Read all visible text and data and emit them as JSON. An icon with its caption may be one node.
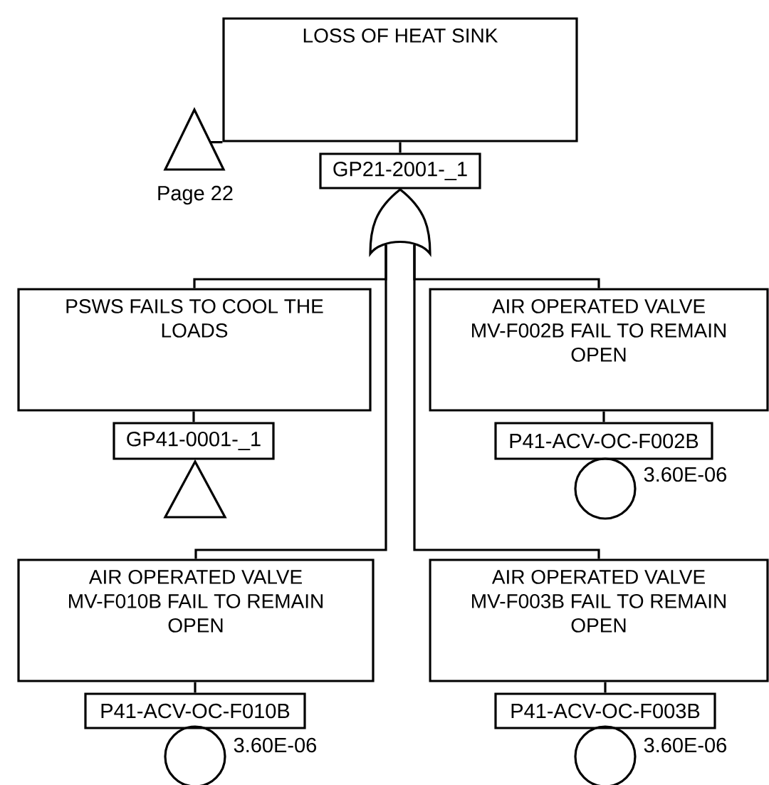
{
  "diagram": {
    "nodes": [
      {
        "text": [
          "LOSS OF HEAT SINK"
        ]
      },
      {
        "text": [
          "GP21-2001-_1"
        ]
      },
      {
        "text": [],
        "shape": "triangle",
        "beside": [
          "Page 22"
        ]
      },
      {
        "text": [],
        "shape": "gate"
      },
      {
        "text": [
          "PSWS FAILS TO COOL THE LOADS"
        ]
      },
      {
        "text": [
          "GP41-0001-_1"
        ]
      },
      {
        "text": [],
        "shape": "triangle"
      },
      {
        "text": [
          "AIR OPERATED VALVE MV-F002B FAIL TO REMAIN OPEN"
        ]
      },
      {
        "text": [
          "P41-ACV-OC-F002B"
        ]
      },
      {
        "text": [],
        "shape": "circle",
        "beside": [
          "3.60E-06"
        ]
      },
      {
        "text": [
          "AIR OPERATED VALVE MV-F010B FAIL TO REMAIN OPEN"
        ]
      },
      {
        "text": [
          "P41-ACV-OC-F010B"
        ]
      },
      {
        "text": [],
        "shape": "circle",
        "beside": [
          "3.60E-06"
        ]
      },
      {
        "text": [
          "AIR OPERATED VALVE MV-F003B FAIL TO REMAIN OPEN"
        ]
      },
      {
        "text": [
          "P41-ACV-OC-F003B"
        ]
      },
      {
        "text": [],
        "shape": "circle",
        "beside": [
          "3.60E-06"
        ]
      }
    ],
    "edges": [
      {
        "from": 0,
        "to": 1,
        "arrow": "none"
      },
      {
        "from": 0,
        "to": 2,
        "arrow": "none"
      },
      {
        "from": 3,
        "to": 4,
        "arrow": "none"
      },
      {
        "from": 3,
        "to": 7,
        "arrow": "none"
      },
      {
        "from": 3,
        "to": 10,
        "arrow": "none"
      },
      {
        "from": 3,
        "to": 13,
        "arrow": "none"
      },
      {
        "from": 4,
        "to": 5,
        "arrow": "none"
      },
      {
        "from": 7,
        "to": 8,
        "arrow": "none"
      },
      {
        "from": 10,
        "to": 11,
        "arrow": "none"
      },
      {
        "from": 13,
        "to": 14,
        "arrow": "none"
      }
    ]
  }
}
